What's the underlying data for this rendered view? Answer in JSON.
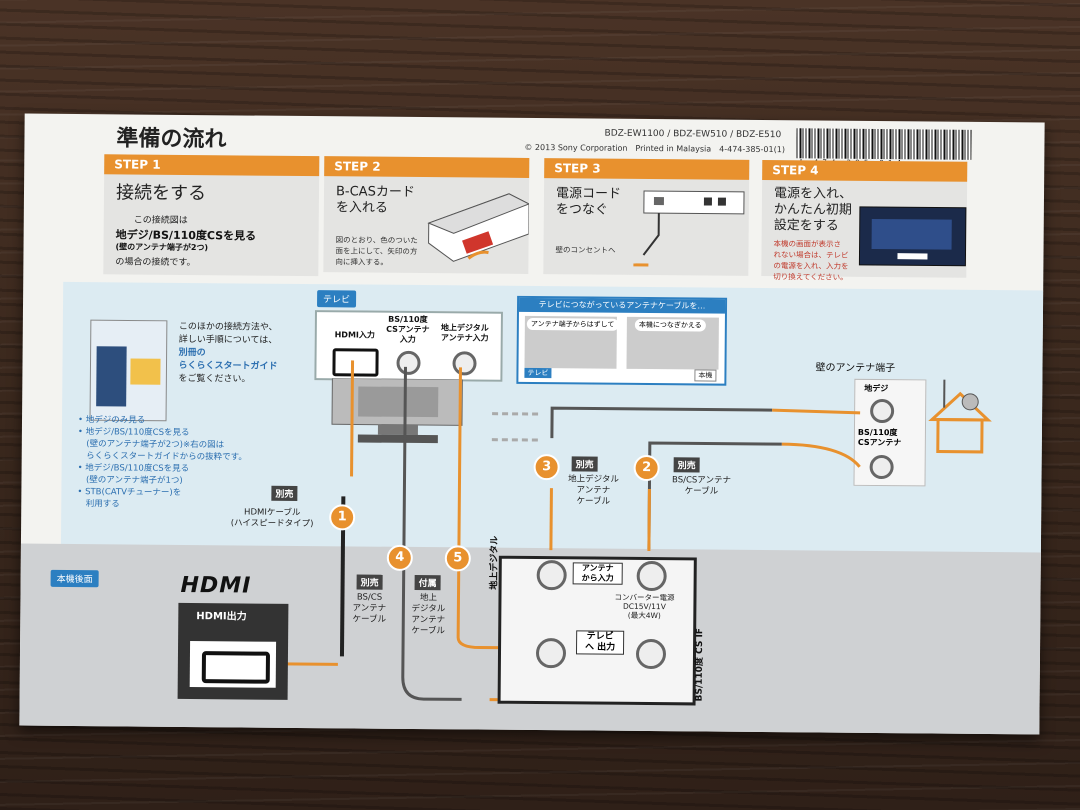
{
  "header": {
    "title": "準備の流れ",
    "models": "BDZ-EW1100 / BDZ-EW510 / BDZ-E510",
    "copyright": "© 2013 Sony Corporation　Printed in Malaysia　4-474-385-01(1)",
    "barcode_number": "4 - 4 7 4 - 3 8 5 - 0 1 4"
  },
  "steps": [
    {
      "tab": "STEP 1",
      "heading": "接続をする",
      "line1": "この接続図は",
      "line2": "地デジ/BS/110度CSを見る",
      "line3": "(壁のアンテナ端子が2つ)",
      "line4": "の場合の接続です。"
    },
    {
      "tab": "STEP 2",
      "heading1": "B-CASカード",
      "heading2": "を入れる",
      "note1": "図のとおり、色のついた",
      "note2": "面を上にして、矢印の方",
      "note3": "向に挿入する。"
    },
    {
      "tab": "STEP 3",
      "heading1": "電源コード",
      "heading2": "をつなぐ",
      "note1": "壁のコンセントへ"
    },
    {
      "tab": "STEP 4",
      "heading1": "電源を入れ、",
      "heading2": "かんたん初期",
      "heading3": "設定をする",
      "note1": "本機の画面が表示さ",
      "note2": "れない場合は、テレビ",
      "note3": "の電源を入れ、入力を",
      "note4": "切り換えてください。"
    }
  ],
  "sidebar": {
    "line1": "このほかの接続方法や、",
    "line2": "詳しい手順については、",
    "line3": "別冊の",
    "line4": "らくらくスタートガイド",
    "line5": "をご覧ください。",
    "bullets": [
      "• 地デジのみ見る",
      "• 地デジ/BS/110度CSを見る",
      "　(壁のアンテナ端子が2つ)※右の図は",
      "　らくらくスタートガイドからの抜粋です。",
      "• 地デジ/BS/110度CSを見る",
      "　(壁のアンテナ端子が1つ)",
      "• STB(CATVチューナー)を",
      "　利用する"
    ]
  },
  "tv": {
    "label": "テレビ",
    "port_hdmi": "HDMI入力",
    "port_bs1": "BS/110度",
    "port_bs2": "CSアンテナ",
    "port_bs3": "入力",
    "port_dt1": "地上デジタル",
    "port_dt2": "アンテナ入力"
  },
  "antenna_info": {
    "title": "テレビにつながっているアンテナケーブルを…",
    "left": "アンテナ端子からはずして",
    "right": "本機につなぎかえる",
    "tag_tv": "テレビ",
    "tag_unit": "本機"
  },
  "wall": {
    "title": "壁のアンテナ端子",
    "digital": "地デジ",
    "bs1": "BS/110度",
    "bs2": "CSアンテナ"
  },
  "cables": [
    {
      "num": "1",
      "tag": "別売",
      "line1": "HDMIケーブル",
      "line2": "(ハイスピードタイプ)"
    },
    {
      "num": "2",
      "tag": "別売",
      "line1": "BS/CSアンテナ",
      "line2": "ケーブル"
    },
    {
      "num": "3",
      "tag": "別売",
      "line1": "地上デジタル",
      "line2": "アンテナ",
      "line3": "ケーブル"
    },
    {
      "num": "4",
      "tag": "別売",
      "line1": "BS/CS",
      "line2": "アンテナ",
      "line3": "ケーブル"
    },
    {
      "num": "5",
      "tag": "付属",
      "line1": "地上",
      "line2": "デジタル",
      "line3": "アンテナ",
      "line4": "ケーブル"
    }
  ],
  "rear": {
    "label": "本機後面",
    "hdmi_logo": "HDMI",
    "hdmi_out": "HDMI出力",
    "digital_side": "地上デジタル",
    "bs_side": "BS/110度 CS IF",
    "ant_pass1": "アンテナ",
    "ant_pass2": "から入力",
    "conv1": "コンバーター電源",
    "conv2": "DC15V/11V",
    "conv3": "(最大4W)",
    "tv_out1": "テレビ",
    "tv_out2": "へ 出力"
  },
  "colors": {
    "accent": "#e8912e",
    "blue": "#2c7fc1",
    "cable": "#e8912e"
  }
}
